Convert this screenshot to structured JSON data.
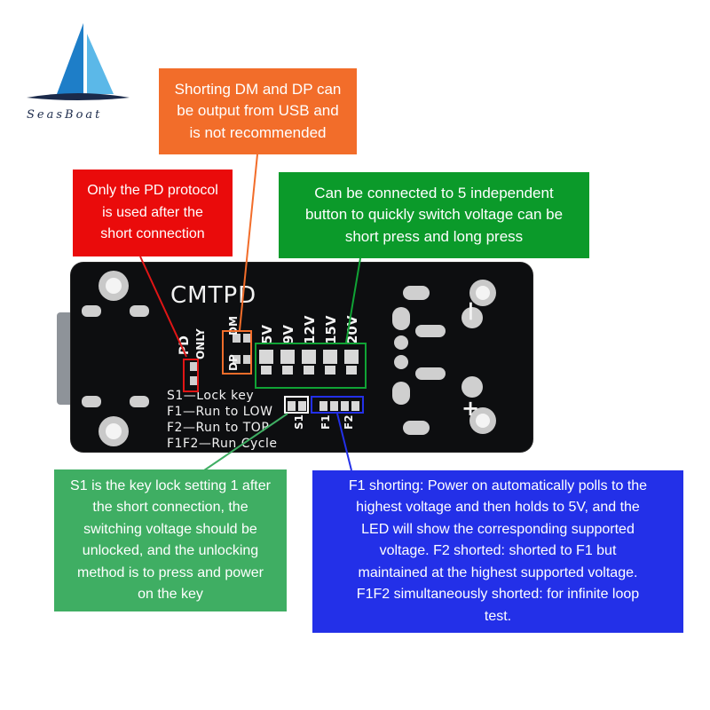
{
  "logo": {
    "brand": "SeasBoat",
    "icon": "sailboat-icon",
    "colors": [
      "#1e7ec8",
      "#5bb8e8"
    ]
  },
  "callouts": {
    "orange": {
      "lines": [
        "Shorting DM and DP can",
        "be output from USB and",
        "is not recommended"
      ],
      "color": "#f26d2a"
    },
    "red": {
      "lines": [
        "Only the PD protocol",
        "is used after the",
        "short connection"
      ],
      "color": "#ea0b0b"
    },
    "green": {
      "lines": [
        "Can be connected to 5 independent",
        "button to quickly switch voltage can be",
        "short press and long press"
      ],
      "color": "#0b9a2a"
    },
    "green2": {
      "lines": [
        "S1 is the key lock setting 1 after",
        "the short connection, the",
        "switching voltage should be",
        "unlocked, and the unlocking",
        "method is to press and power",
        "on the key"
      ],
      "color": "#3fae63"
    },
    "blue": {
      "lines": [
        "F1 shorting: Power on automatically polls to the",
        "highest voltage and then holds to 5V, and the",
        "LED will show the corresponding supported",
        "voltage. F2 shorted: shorted to F1 but",
        "maintained at the highest supported voltage.",
        "F1F2 simultaneously shorted: for infinite loop",
        "test."
      ],
      "color": "#2330e8"
    }
  },
  "board": {
    "name": "CMTPD",
    "pd_label": "PD",
    "only_label": "ONLY",
    "dm_label": "DM",
    "dp_label": "DP",
    "voltages": [
      "5V",
      "9V",
      "12V",
      "15V",
      "20V"
    ],
    "legend": [
      "S1—Lock key",
      "F1—Run to LOW",
      "F2—Run to TOP",
      "F1F2—Run Cycle"
    ],
    "pins": [
      "S1",
      "F1",
      "F2"
    ],
    "minus": "—",
    "plus": "+"
  }
}
